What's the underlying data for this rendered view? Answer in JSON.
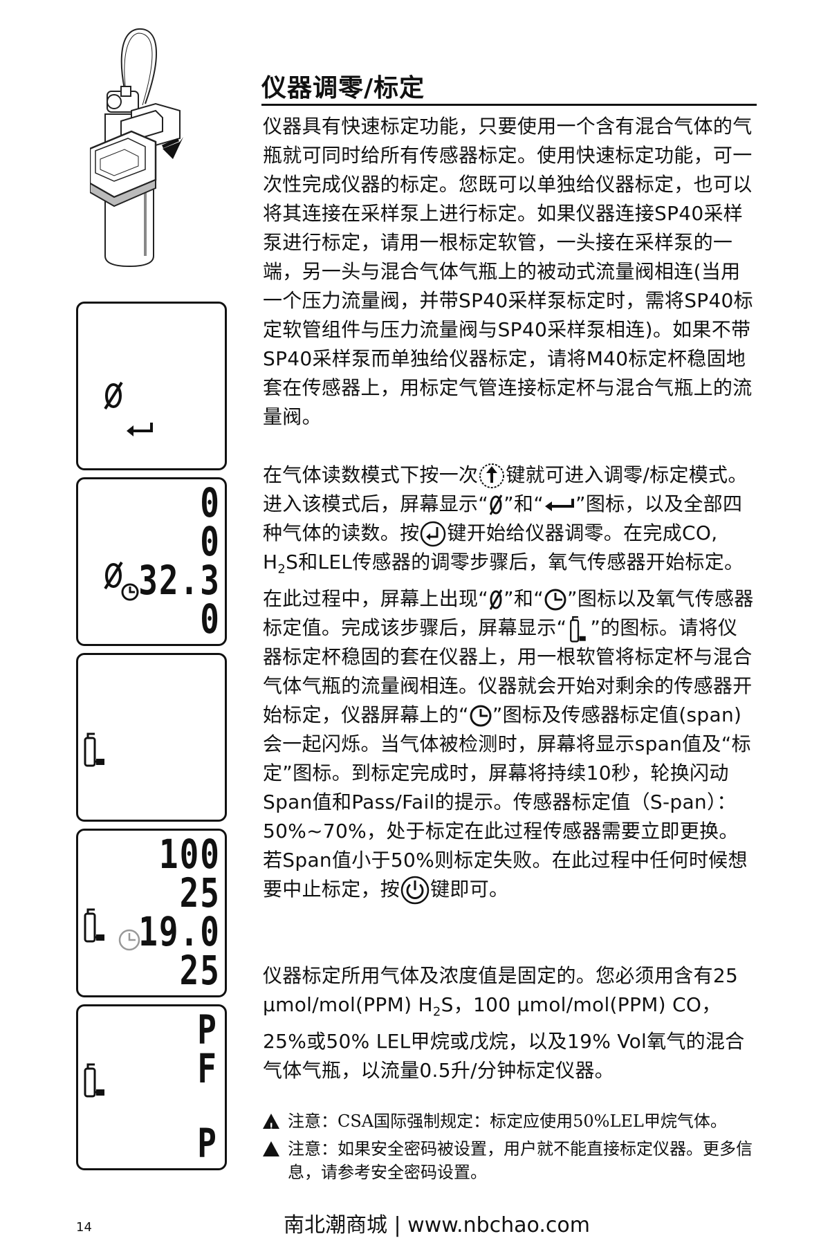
{
  "title": "仪器调零/标定",
  "paragraph1": "仪器具有快速标定功能，只要使用一个含有混合气体的气瓶就可同时给所有传感器标定。使用快速标定功能，可一次性完成仪器的标定。您既可以单独给仪器标定，也可以将其连接在采样泵上进行标定。如果仪器连接SP40采样泵进行标定，请用一根标定软管，一头接在采样泵的一端，另一头与混合气体气瓶上的被动式流量阀相连(当用一个压力流量阀，并带SP40采样泵标定时，需将SP40标定软管组件与压力流量阀与SP40采样泵相连)。如果不带SP40采样泵而单独给仪器标定，请将M40标定杯稳固地套在传感器上，用标定气管连接标定杯与混合气瓶上的流量阀。",
  "paragraph2": {
    "s1": "在气体读数模式下按一次",
    "s2": "键就可进入调零/标定模式。进入该模式后，屏幕显示“",
    "s3": "”和“",
    "s4": "”图标，以及全部四种气体的读数。按",
    "s5": "键开始给仪器调零。在完成CO, H",
    "sub1": "2",
    "s6": "S和LEL传感器的调零步骤后，氧气传感器开始标定。在此过程中，屏幕上出现“",
    "s7": "”和“",
    "s8": "”图标以及氧气传感器标定值。完成该步骤后，屏幕显示“",
    "s9": "”的图标。请将仪器标定杯稳固的套在仪器上，用一根软管将标定杯与混合气体气瓶的流量阀相连。仪器就会开始对剩余的传感器开始标定，仪器屏幕上的“",
    "s10": "”图标及传感器标定值(span)会一起闪烁。当气体被检测时，屏幕将显示span值及“标定”图标。到标定完成时，屏幕将持续10秒，轮换闪动Span值和Pass/Fail的提示。传感器标定值（S-pan）：50%~70%，处于标定在此过程传感器需要立即更换。若Span值小于50%则标定失败。在此过程中任何时候想要中止标定，按",
    "s11": "键即可。"
  },
  "paragraph3": {
    "a": "仪器标定所用气体及浓度值是固定的。您必须用含有25 μmol/mol(PPM) H",
    "sub": "2",
    "b": "S，100 μmol/mol(PPM) CO，25%或50% LEL甲烷或戊烷，以及19% Vol氧气的混合气体气瓶，以流量0.5升/分钟标定仪器。"
  },
  "notes": [
    "注意：CSA国际强制规定：标定应使用50%LEL甲烷气体。",
    "注意：如果安全密码被设置，用户就不能直接标定仪器。更多信息，请参考安全密码设置。"
  ],
  "page_number": "14",
  "footer": "南北潮商城 | www.nbchao.com",
  "lcd2": {
    "rows": [
      "0",
      "0",
      "32.3",
      "0"
    ]
  },
  "lcd4": {
    "rows": [
      "100",
      "25",
      "19.0",
      "25"
    ]
  },
  "lcd5": {
    "rows": [
      "P",
      "F",
      "P"
    ]
  },
  "icons": [
    "zero-symbol-icon",
    "enter-arrow-icon",
    "up-arrow-button-icon",
    "enter-button-icon",
    "clock-icon",
    "gas-cylinder-icon",
    "power-button-icon",
    "warning-icon"
  ]
}
